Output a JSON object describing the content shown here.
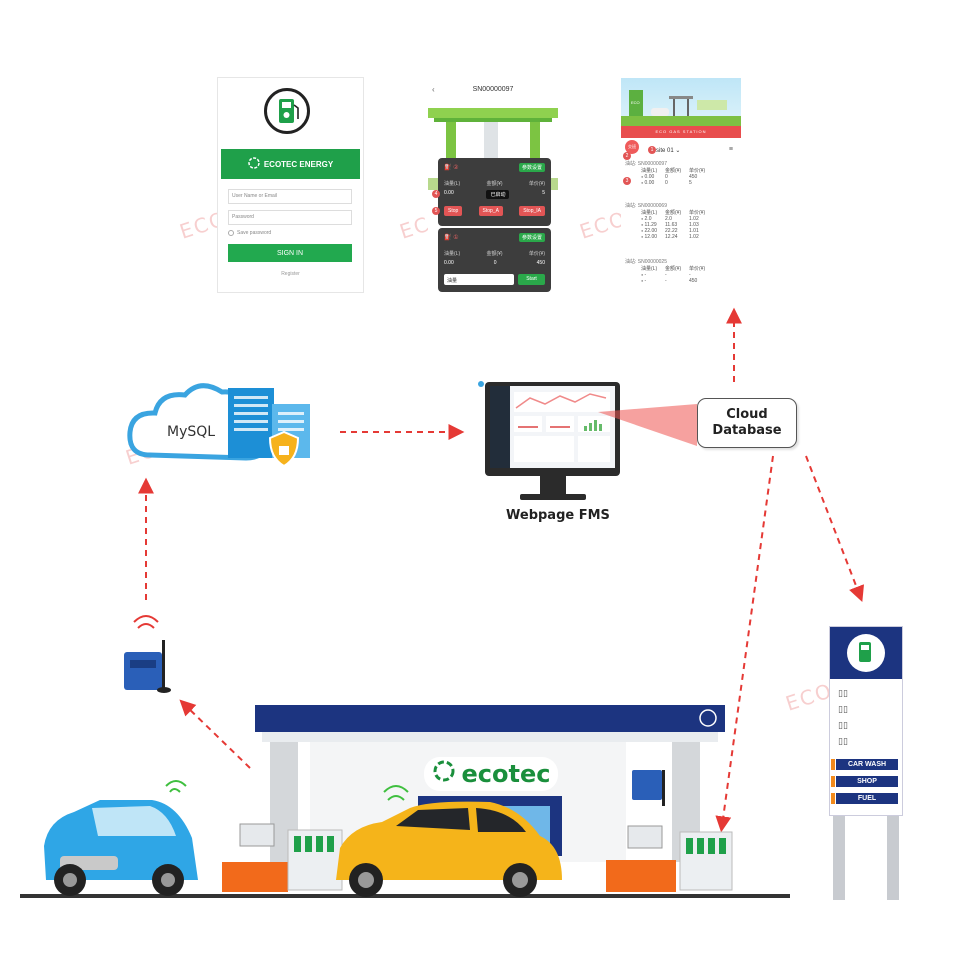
{
  "watermark": "ECOTEC",
  "login_screen": {
    "brand": "ECOTEC ENERGY",
    "username_placeholder": "User Name or Email",
    "password_placeholder": "Password",
    "save_password": "Save password",
    "sign_in": "SIGN IN",
    "register": "Register"
  },
  "nozzle_screen": {
    "serial": "SN00000097",
    "panel1": {
      "set_label": "参数设置",
      "cols": [
        "油量(L)",
        "金额(¥)",
        "单价(¥)"
      ],
      "vals": [
        "0.00",
        "",
        "5"
      ],
      "tooltip": "已启动",
      "buttons": [
        "Stop",
        "Stop_A",
        "Stop_IA"
      ],
      "num_4": "4",
      "num_5": "5"
    },
    "panel2": {
      "set_label": "参数设置",
      "cols": [
        "油量(L)",
        "金额(¥)",
        "单价(¥)"
      ],
      "vals": [
        "0.00",
        "0",
        "450"
      ],
      "mode": "油量",
      "start": "Start"
    }
  },
  "site_screen": {
    "hero_text": "ECO GAS STATION",
    "hero_sign": "ECO",
    "badge": "交班",
    "site": "site 01",
    "marker_1": "1",
    "marker_2": "2",
    "marker_3": "3",
    "blocks": [
      {
        "serial": "油站: SN00000097",
        "headers": [
          "油量(L)",
          "金额(¥)",
          "单价(¥)"
        ],
        "rows": [
          [
            "0.00",
            "0",
            "450"
          ],
          [
            "0.00",
            "0",
            "5"
          ]
        ]
      },
      {
        "serial": "油站: SN00000069",
        "headers": [
          "油量(L)",
          "金额(¥)",
          "单价(¥)"
        ],
        "rows": [
          [
            "2.0",
            "2.0",
            "1.02"
          ],
          [
            "11.29",
            "11.63",
            "1.03"
          ],
          [
            "22.00",
            "22.22",
            "1.01"
          ],
          [
            "12.00",
            "12.24",
            "1.02"
          ]
        ]
      },
      {
        "serial": "油站: SN00000025",
        "headers": [
          "油量(L)",
          "金额(¥)",
          "单价(¥)"
        ],
        "rows": [
          [
            "-",
            "-",
            "-"
          ],
          [
            "-",
            "-",
            "450"
          ]
        ]
      }
    ]
  },
  "nodes": {
    "mysql": "MySQL",
    "fms": "Webpage FMS",
    "cloud_db_line1": "Cloud",
    "cloud_db_line2": "Database"
  },
  "station": {
    "brand": "ecotec"
  },
  "sign": {
    "items": [
      "CAR WASH",
      "SHOP",
      "FUEL"
    ]
  },
  "colors": {
    "arrow": "#e53935",
    "brand_green": "#1fa04a",
    "navy": "#1c3480",
    "car_blue": "#2fa6e6",
    "car_yellow": "#f5b41a",
    "orange": "#f26a1b"
  }
}
